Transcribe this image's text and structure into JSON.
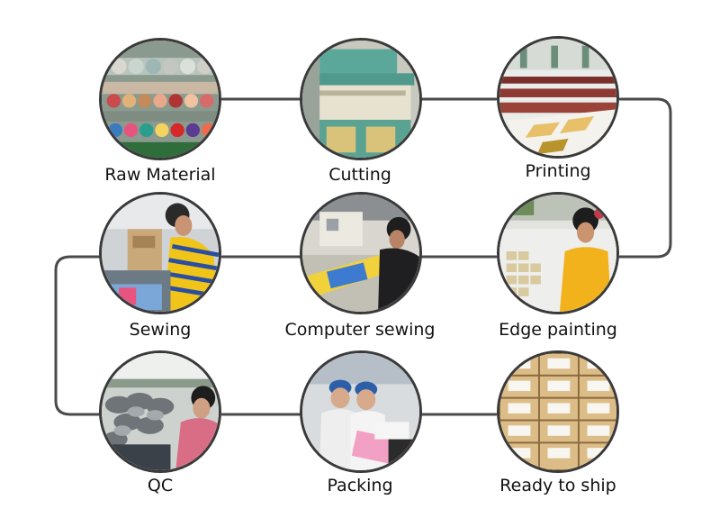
{
  "process_steps": [
    {
      "label": "Raw Material",
      "photo": "fabric-rolls-photo"
    },
    {
      "label": "Cutting",
      "photo": "cutting-machine-photo"
    },
    {
      "label": "Printing",
      "photo": "printing-tables-photo"
    },
    {
      "label": "Sewing",
      "photo": "sewing-worker-photo"
    },
    {
      "label": "Computer sewing",
      "photo": "computer-sewing-photo"
    },
    {
      "label": "Edge painting",
      "photo": "edge-painting-photo"
    },
    {
      "label": "QC",
      "photo": "quality-check-photo"
    },
    {
      "label": "Packing",
      "photo": "packing-workers-photo"
    },
    {
      "label": "Ready to ship",
      "photo": "boxed-cartons-photo"
    }
  ],
  "colors": {
    "connector": "#4a4a4a",
    "border": "#3a3a3a",
    "label": "#111111"
  }
}
